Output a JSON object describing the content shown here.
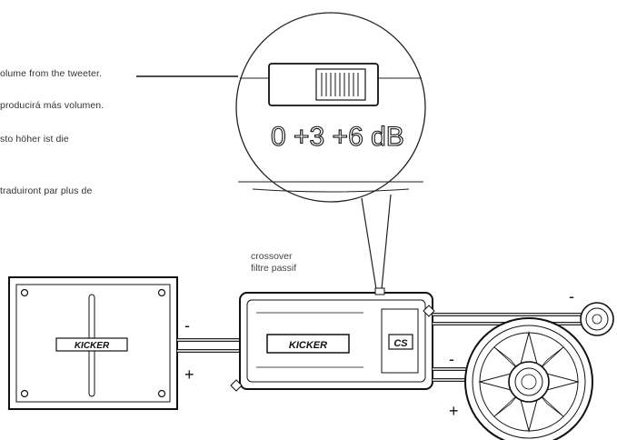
{
  "notes": [
    "olume from the tweeter.",
    "producirá más volumen.",
    "sto höher ist die",
    "traduiront par plus de"
  ],
  "zoom": {
    "db_scale": "0 +3 +6 dB"
  },
  "crossover_caption": {
    "line1": "crossover",
    "line2": "filtre passif"
  },
  "brand": {
    "logo_text": "KICKER",
    "series_badge": "CS"
  },
  "polarity": {
    "minus": "-",
    "plus": "+"
  }
}
